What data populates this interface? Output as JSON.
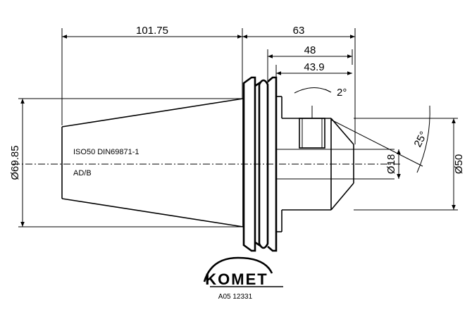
{
  "dimensions": {
    "taper_length": "101.75",
    "overall_length": "63",
    "length_48": "48",
    "length_43_9": "43.9",
    "angle_2": "2°",
    "angle_25": "25°",
    "flange_diameter": "Ø69.85",
    "bore_diameter": "Ø18",
    "outer_diameter": "Ø50"
  },
  "notes": {
    "standard": "ISO50 DIN69871-1",
    "form": "AD/B"
  },
  "brand": {
    "logo_text": "KOMET",
    "part_number": "A05 12331"
  }
}
